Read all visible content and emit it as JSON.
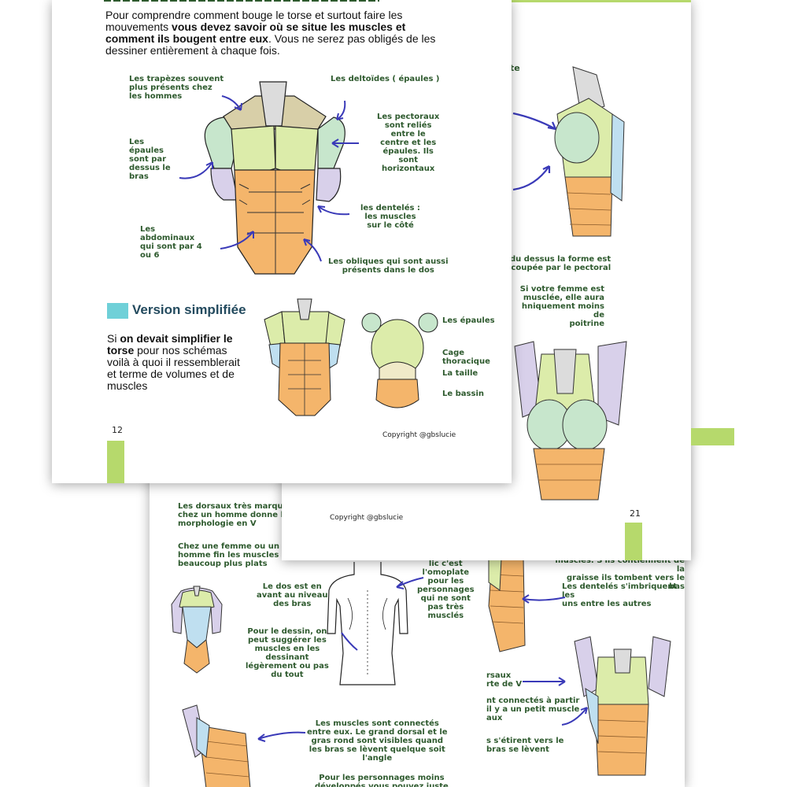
{
  "back_page": {
    "notes_left": [
      "Les dorsaux très marqués\nchez un homme donne la\nmorphologie en V",
      "Chez une femme ou un\nhomme fin les muscles sont\nbeaucoup plus plats",
      "Le dos est en\navant au niveau\ndes bras",
      "Pour le dessin, on\npeut suggérer les\nmuscles en les\ndessinant\nlégèrement ou pas\ndu tout",
      "lic c'est\nl'omoplate\npour les\npersonnages\nqui ne sont\npas très\nmusclés",
      "Les muscles sont connectés\nentre eux. Le grand dorsal et le\ngras rond sont visibles quand\nles bras se lèvent quelque soit\nl'angle",
      "Pour les personnages moins\ndéveloppés vous pouvez juste"
    ],
    "notes_right": [
      "muscles. S'ils contiennent de la\ngraisse  ils tombent vers le bas",
      "Les dentelés s'imbriquent les\nuns entre les autres",
      "rsaux\nrte de V",
      "nt connectés à partir\nil y a un petit muscle\naux",
      "s s'étirent vers le\nbras se lèvent"
    ]
  },
  "middle_page": {
    "heading_fragment": "te",
    "notes": [
      "du dessus la forme est\ncoupée par le pectoral",
      "Si votre femme est\nmusclée, elle aura\nhniquement moins de\npoitrine"
    ],
    "copyright": "Copyright @gbslucie",
    "page_number": "21"
  },
  "front_page": {
    "intro_plain_1": "Pour comprendre comment bouge le torse et surtout faire les mouvements ",
    "intro_bold": "vous devez savoir où se situe les muscles et comment ils bougent entre eux",
    "intro_plain_2": ". Vous ne serez pas obligés de les dessiner entièrement à chaque fois.",
    "labels": {
      "trapezes": "Les trapèzes souvent\nplus présents chez\nles hommes",
      "deltoides": "Les deltoïdes ( épaules )",
      "epaules": "Les\népaules\nsont par\ndessus le\nbras",
      "pectoraux": "Les pectoraux\nsont reliés\nentre le\ncentre et les\népaules. Ils\nsont\nhorizontaux",
      "denteles": "les dentelés :\nles muscles\nsur le côté",
      "abdominaux": "Les\nabdominaux\nqui sont par 4\nou 6",
      "obliques": "Les obliques qui sont aussi\nprésents dans le dos"
    },
    "section_title": "Version simplifiée",
    "simplified_p1": "Si ",
    "simplified_bold": "on devait simplifier le torse",
    "simplified_p2": " pour nos schémas voilà à quoi il ressemblerait et terme de volumes et de muscles",
    "simple_labels": {
      "epaules": "Les épaules",
      "cage": "Cage\nthoracique",
      "taille": "La taille",
      "bassin": "Le bassin"
    },
    "copyright": "Copyright @gbslucie",
    "page_number": "12"
  },
  "colors": {
    "accent_green": "#b6d96c",
    "note_green": "#2e5a2e",
    "title_navy": "#234a5e",
    "title_square": "#6fd0d8",
    "arrow_blue": "#3a3ab8",
    "muscle_lime": "#dcecaa",
    "muscle_mint": "#c7e6cc",
    "muscle_orange": "#f4b56b",
    "muscle_lavender": "#d8d0ea",
    "muscle_lightblue": "#bfdff0",
    "muscle_tan": "#d8cfa8",
    "muscle_grey": "#dcdcdc"
  }
}
